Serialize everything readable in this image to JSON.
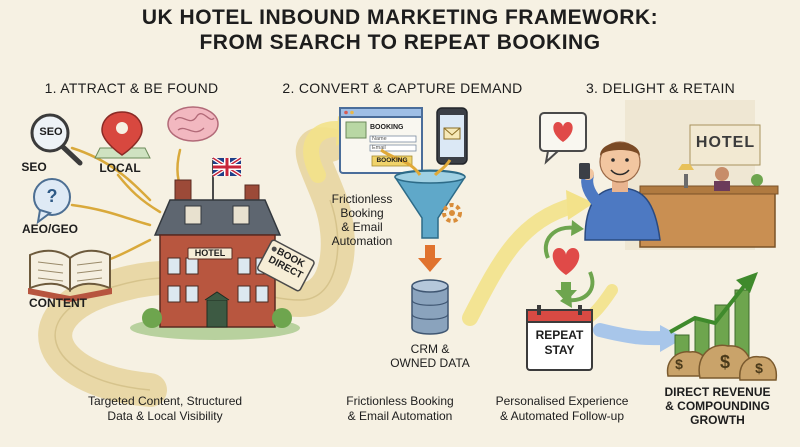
{
  "title": {
    "line1": "UK HOTEL INBOUND MARKETING FRAMEWORK:",
    "line2": "FROM SEARCH TO REPEAT BOOKING"
  },
  "steps": {
    "attract": "1. ATTRACT & BE FOUND",
    "convert": "2. CONVERT & CAPTURE DEMAND",
    "delight": "3. DELIGHT & RETAIN"
  },
  "attract": {
    "seo_badge": "SEO",
    "seo": "SEO",
    "local": "LOCAL",
    "aeo_badge": "?",
    "aeo": "AEO/GEO",
    "content": "CONTENT",
    "hotel_sign": "HOTEL",
    "book_tag_line1": "BOOK",
    "book_tag_line2": "DIRECT",
    "caption_line1": "Targeted Content, Structured",
    "caption_line2": "Data & Local Visibility"
  },
  "convert": {
    "form_title": "BOOKING",
    "form_name": "Name",
    "form_email": "Email",
    "form_button": "BOOKING",
    "funnel_label_line1": "Frictionless",
    "funnel_label_line2": "Booking",
    "funnel_label_line3": "& Email",
    "funnel_label_line4": "Automation",
    "crm_line1": "CRM &",
    "crm_line2": "OWNED DATA",
    "caption_line1": "Frictionless Booking",
    "caption_line2": "& Email Automation"
  },
  "delight": {
    "reception_sign": "HOTEL",
    "repeat_line1": "REPEAT",
    "repeat_line2": "STAY",
    "revenue_line1": "DIRECT REVENUE",
    "revenue_line2": "& COMPOUNDING",
    "revenue_line3": "GROWTH",
    "money_symbol": "$",
    "caption_line1": "Personalised Experience",
    "caption_line2": "& Automated Follow-up"
  },
  "colors": {
    "background": "#f6f1e3",
    "path": "#ead9a6",
    "arrow_yellow": "#f0d36a",
    "arrow_blue": "#9fbfe6",
    "brick": "#b8563f",
    "roof": "#5e6670",
    "green": "#7cb35a",
    "funnel": "#5fa8c9",
    "crm": "#8aa3bd",
    "heart": "#e04a48"
  }
}
